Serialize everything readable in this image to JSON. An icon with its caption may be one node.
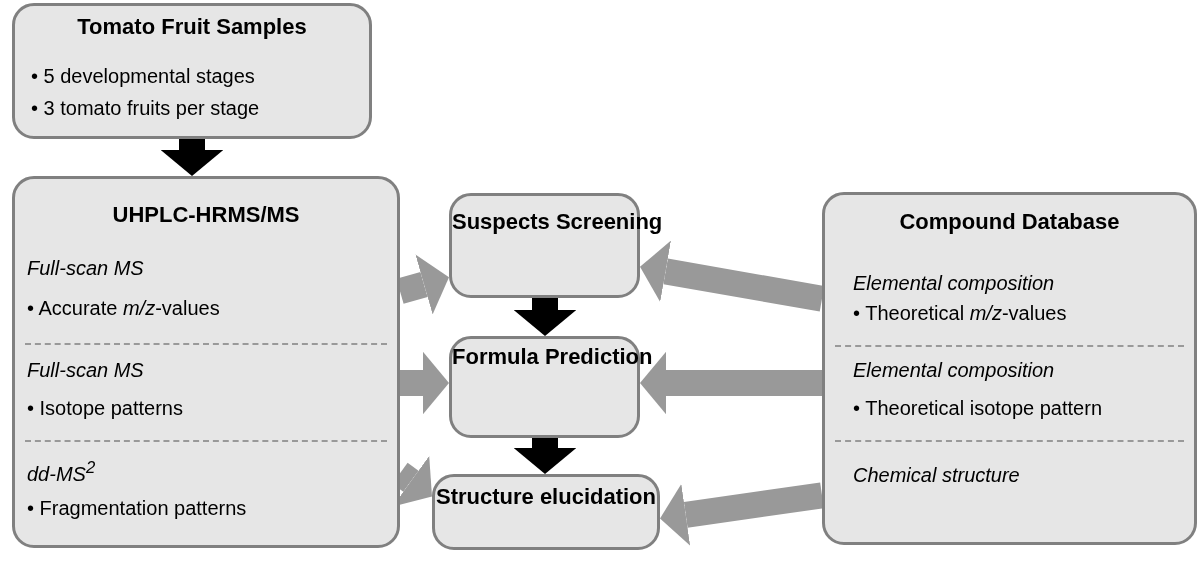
{
  "diagram": {
    "nodes": [
      {
        "text": [
          "Tomato Fruit Samples",
          "• 5 developmental stages",
          "• 3 tomato fruits per stage"
        ]
      },
      {
        "text": [
          "UHPLC-HRMS/MS",
          "Full-scan MS",
          "• Accurate *m/z*-values",
          "Full-scan MS",
          "• Isotope patterns",
          "dd-MS$^{2}$",
          "• Fragmentation patterns"
        ]
      },
      {
        "text": [
          "Suspects Screening"
        ]
      },
      {
        "text": [
          "Compound Database",
          "Elemental composition",
          "• Theoretical *m/z*-values",
          "Elemental composition",
          "• Theoretical isotope pattern",
          "Chemical structure"
        ]
      },
      {
        "text": [
          "Formula Prediction"
        ]
      },
      {
        "text": [
          "Structure elucidation"
        ]
      }
    ],
    "edges": [
      {
        "from": 0,
        "to": 1,
        "arrow": "to",
        "color": "#000000"
      },
      {
        "from": 1,
        "to": 2,
        "arrow": "to"
      },
      {
        "from": 3,
        "to": 2,
        "arrow": "to"
      },
      {
        "from": 2,
        "to": 4,
        "arrow": "to",
        "color": "#000000"
      },
      {
        "from": 1,
        "to": 4,
        "arrow": "to"
      },
      {
        "from": 3,
        "to": 4,
        "arrow": "to"
      },
      {
        "from": 4,
        "to": 5,
        "arrow": "to",
        "color": "#000000"
      },
      {
        "from": 1,
        "to": 5,
        "arrow": "to"
      },
      {
        "from": 3,
        "to": 5,
        "arrow": "to"
      }
    ]
  }
}
